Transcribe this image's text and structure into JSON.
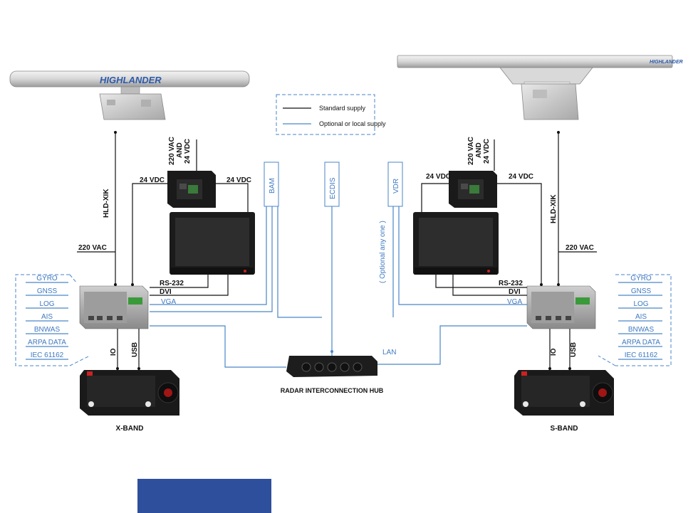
{
  "legend": {
    "standard": "Standard supply",
    "optional": "Optional or local supply"
  },
  "brand": "HIGHLANDER",
  "cables": {
    "hld_left": "HLD-XIK",
    "hld_right": "HLD-XIK"
  },
  "power": {
    "left_psu_in": [
      "220 VAC",
      "AND",
      "24 VDC"
    ],
    "right_psu_in": [
      "220 VAC",
      "AND",
      "24 VDC"
    ],
    "vdc24": "24 VDC",
    "vac220": "220 VAC"
  },
  "ports": {
    "rs232": "RS-232",
    "dvi": "DVI",
    "vga": "VGA",
    "io": "IO",
    "usb": "USB",
    "lan": "LAN"
  },
  "systems": {
    "bam": "BAM",
    "ecdis": "ECDIS",
    "vdr": "VDR",
    "optional_note": "( Optional any one )"
  },
  "sensors_left": [
    "GYRO",
    "GNSS",
    "LOG",
    "AIS",
    "BNWAS",
    "ARPA DATA",
    "IEC 61162"
  ],
  "sensors_right": [
    "GYRO",
    "GNSS",
    "LOG",
    "AIS",
    "BNWAS",
    "ARPA DATA",
    "IEC 61162"
  ],
  "hub_label": "RADAR INTERCONNECTION HUB",
  "bands": {
    "left": "X-BAND",
    "right": "S-BAND"
  },
  "colors": {
    "optional_line": "#4a86c8",
    "standard_line": "#111111",
    "footer_block": "#2e4f9c"
  }
}
